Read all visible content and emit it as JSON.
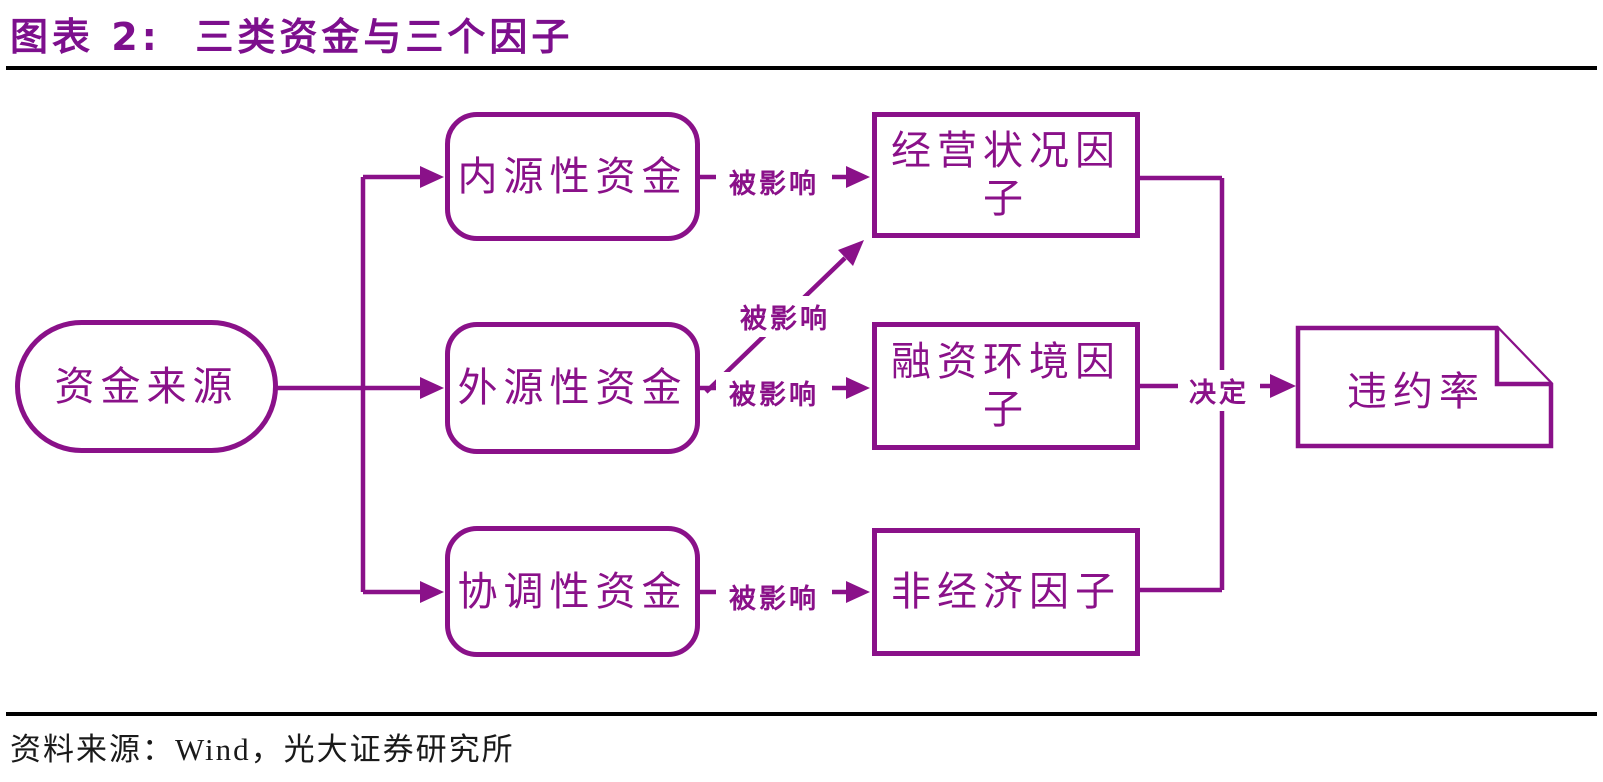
{
  "figure": {
    "title": "图表 2:  三类资金与三个因子",
    "source_note": "资料来源：Wind，光大证券研究所"
  },
  "colors": {
    "accent": "#8A1189",
    "title_color": "#7D0F8D",
    "rule_color": "#000000",
    "source_text_color": "#1A1A1A",
    "background": "#FFFFFF"
  },
  "diagram": {
    "source_node": {
      "label": "资金来源",
      "shape": "stadium"
    },
    "fund_nodes": [
      {
        "label": "内源性资金",
        "shape": "rounded-rect"
      },
      {
        "label": "外源性资金",
        "shape": "rounded-rect"
      },
      {
        "label": "协调性资金",
        "shape": "rounded-rect"
      }
    ],
    "factor_nodes": [
      {
        "label": "经营状况因子",
        "shape": "rect"
      },
      {
        "label": "融资环境因子",
        "shape": "rect"
      },
      {
        "label": "非经济因子",
        "shape": "rect"
      }
    ],
    "result_node": {
      "label": "违约率",
      "shape": "document"
    },
    "edges": [
      {
        "from": "资金来源",
        "to": "内源性资金",
        "label": ""
      },
      {
        "from": "资金来源",
        "to": "外源性资金",
        "label": ""
      },
      {
        "from": "资金来源",
        "to": "协调性资金",
        "label": ""
      },
      {
        "from": "内源性资金",
        "to": "经营状况因子",
        "label": "被影响"
      },
      {
        "from": "外源性资金",
        "to": "经营状况因子",
        "label": "被影响"
      },
      {
        "from": "外源性资金",
        "to": "融资环境因子",
        "label": "被影响"
      },
      {
        "from": "协调性资金",
        "to": "非经济因子",
        "label": "被影响"
      },
      {
        "from": "三个因子",
        "to": "违约率",
        "label": "决定"
      }
    ]
  }
}
